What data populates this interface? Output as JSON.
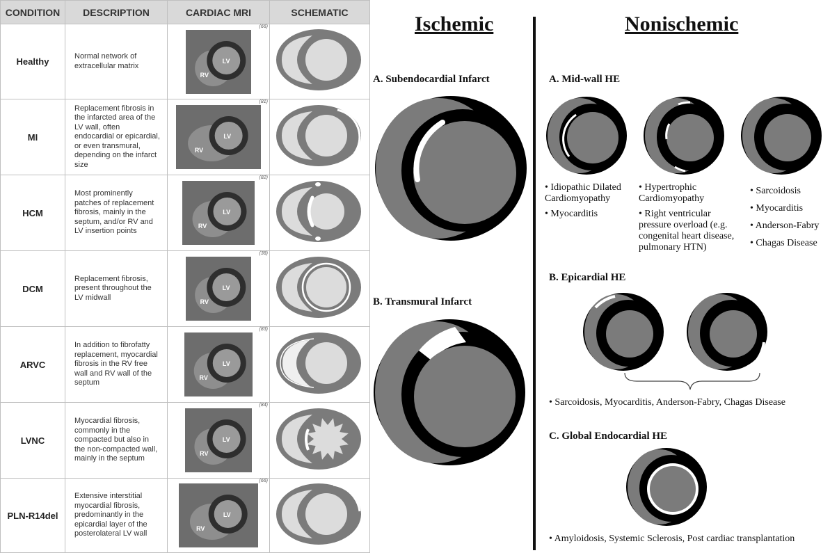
{
  "table": {
    "headers": {
      "condition": "CONDITION",
      "description": "DESCRIPTION",
      "mri": "CARDIAC MRI",
      "schematic": "SCHEMATIC"
    },
    "rows": [
      {
        "condition": "Healthy",
        "description": "Normal network of extracellular matrix",
        "ref": "(66)",
        "labels": [
          "RV",
          "LV"
        ]
      },
      {
        "condition": "MI",
        "description": "Replacement fibrosis in the infarcted area of the LV wall, often endocardial or epicardial, or even transmural, depending on the infarct size",
        "ref": "(81)",
        "labels": [
          "RV",
          "LV"
        ]
      },
      {
        "condition": "HCM",
        "description": "Most prominently patches of replacement fibrosis, mainly in the septum, and/or RV and LV insertion points",
        "ref": "(82)",
        "labels": [
          "RV",
          "LV"
        ]
      },
      {
        "condition": "DCM",
        "description": "Replacement fibrosis, present throughout the LV midwall",
        "ref": "(38)",
        "labels": [
          "RV",
          "LV"
        ]
      },
      {
        "condition": "ARVC",
        "description": "In addition to fibrofatty replacement, myocardial fibrosis in the RV free wall and RV wall of the septum",
        "ref": "(83)",
        "labels": [
          "RV",
          "LV"
        ]
      },
      {
        "condition": "LVNC",
        "description": "Myocardial fibrosis, commonly in the compacted but also in the non-compacted wall, mainly in the septum",
        "ref": "(84)",
        "labels": [
          "RV",
          "LV"
        ]
      },
      {
        "condition": "PLN-R14del",
        "description": "Extensive interstitial myocardial fibrosis, predominantly in the epicardial layer of the posterolateral LV wall",
        "ref": "(66)",
        "labels": [
          "RV",
          "LV"
        ]
      }
    ]
  },
  "ischemic": {
    "title": "Ischemic",
    "a_label": "A. Subendocardial Infarct",
    "b_label": "B. Transmural Infarct"
  },
  "nonischemic": {
    "title": "Nonischemic",
    "a_label": "A. Mid-wall HE",
    "a_col1": [
      "• Idiopathic Dilated",
      "Cardiomyopathy",
      "• Myocarditis"
    ],
    "a_col2": [
      "• Hypertrophic",
      "Cardiomyopathy",
      "• Right ventricular",
      "pressure overload (e.g.",
      "congenital heart disease,",
      "pulmonary HTN)"
    ],
    "a_col3": [
      "• Sarcoidosis",
      "• Myocarditis",
      "• Anderson-Fabry",
      "• Chagas Disease"
    ],
    "b_label": "B. Epicardial HE",
    "b_list": "• Sarcoidosis, Myocarditis, Anderson-Fabry, Chagas Disease",
    "c_label": "C. Global Endocardial HE",
    "c_list": "• Amyloidosis, Systemic Sclerosis, Post cardiac transplantation"
  },
  "colors": {
    "myocardium": "#7b7b7b",
    "cavity": "#dcdcdc",
    "scar": "#ffffff",
    "wall_dark": "#000000",
    "header_bg": "#d9d9d9"
  }
}
